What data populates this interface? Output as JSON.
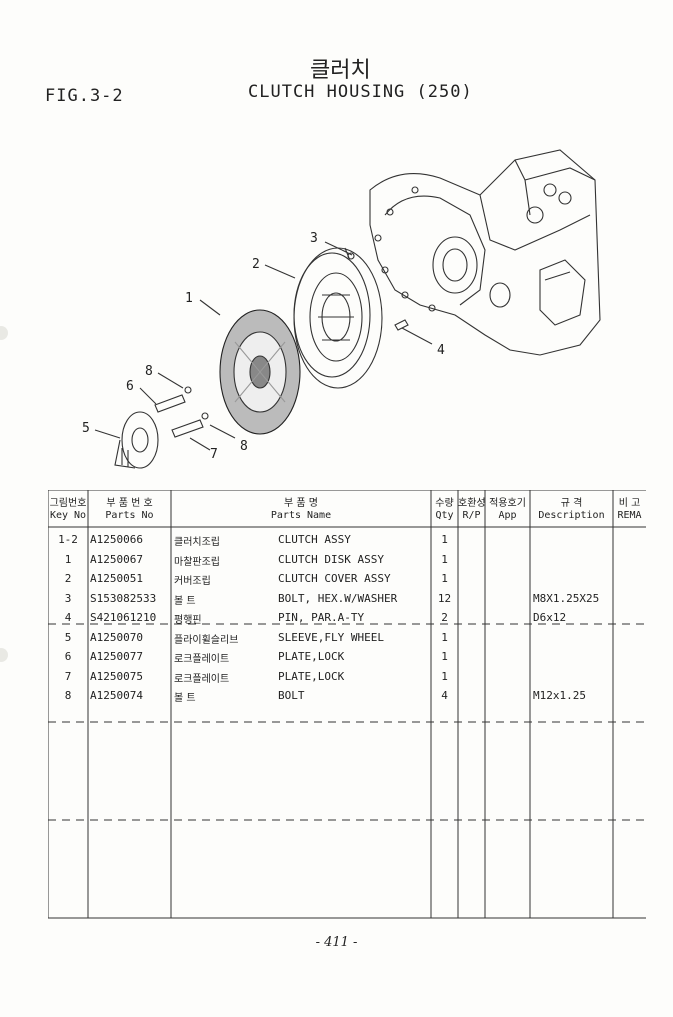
{
  "title_kr": "클러치",
  "fig_label": "FIG.3-2",
  "title_en": "CLUTCH HOUSING (250)",
  "callouts": [
    "1",
    "2",
    "3",
    "4",
    "5",
    "6",
    "7",
    "8",
    "8"
  ],
  "headers": {
    "key_kr": "그림번호",
    "key_en": "Key No",
    "part_kr": "부 품 번 호",
    "part_en": "Parts No",
    "name_kr": "부 품 명",
    "name_en": "Parts Name",
    "qty_kr": "수량",
    "qty_en": "Qty",
    "rp_kr": "호환성",
    "rp_en": "R/P",
    "app_kr": "적용호기",
    "app_en": "App",
    "desc_kr": "규 격",
    "desc_en": "Description",
    "rem_kr": "비 고",
    "rem_en": "REMA"
  },
  "rows": [
    {
      "key": "1-2",
      "part": "A1250066",
      "kr": "클러치조립",
      "name": "CLUTCH ASSY",
      "qty": "1",
      "desc": ""
    },
    {
      "key": "1",
      "part": "A1250067",
      "kr": "마찰판조립",
      "name": "CLUTCH DISK ASSY",
      "qty": "1",
      "desc": ""
    },
    {
      "key": "2",
      "part": "A1250051",
      "kr": "커버조립",
      "name": "CLUTCH COVER ASSY",
      "qty": "1",
      "desc": ""
    },
    {
      "key": "3",
      "part": "S153082533",
      "kr": "볼 트",
      "name": "BOLT, HEX.W/WASHER",
      "qty": "12",
      "desc": "M8X1.25X25"
    },
    {
      "key": "4",
      "part": "S421061210",
      "kr": "평행핀",
      "name": "PIN, PAR.A-TY",
      "qty": "2",
      "desc": "D6x12"
    },
    {
      "key": "5",
      "part": "A1250070",
      "kr": "플라이휠슬리브",
      "name": "SLEEVE,FLY WHEEL",
      "qty": "1",
      "desc": ""
    },
    {
      "key": "6",
      "part": "A1250077",
      "kr": "로크플레이트",
      "name": "PLATE,LOCK",
      "qty": "1",
      "desc": ""
    },
    {
      "key": "7",
      "part": "A1250075",
      "kr": "로크플레이트",
      "name": "PLATE,LOCK",
      "qty": "1",
      "desc": ""
    },
    {
      "key": "8",
      "part": "A1250074",
      "kr": "볼 트",
      "name": "BOLT",
      "qty": "4",
      "desc": "M12x1.25"
    }
  ],
  "page_number": "- 411 -"
}
